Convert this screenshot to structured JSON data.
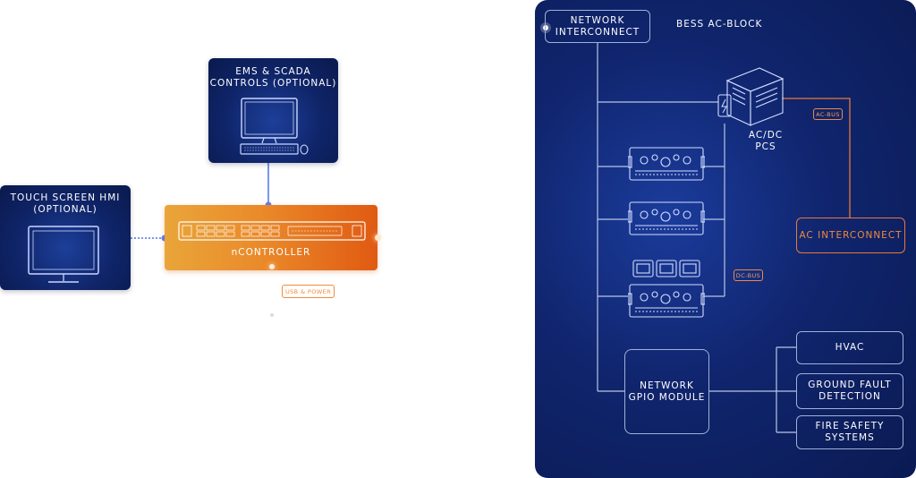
{
  "left": {
    "ems_box": {
      "lines": [
        "EMS & SCADA",
        "CONTROLS (OPTIONAL)"
      ]
    },
    "hmi_box": {
      "lines": [
        "TOUCH SCREEN HMI",
        "(OPTIONAL)"
      ]
    },
    "controller": {
      "label": "nCONTROLLER"
    },
    "usb_badge": "USB & POWER"
  },
  "bess": {
    "title": "BESS AC-BLOCK",
    "network_interconnect": [
      "NETWORK",
      "INTERCONNECT"
    ],
    "pcs_label": [
      "AC/DC",
      "PCS"
    ],
    "ac_bus_badge": "AC-BUS",
    "dc_bus_badge": "DC-BUS",
    "ac_interconnect": "AC INTERCONNECT",
    "gpio_module": [
      "NETWORK",
      "GPIO MODULE"
    ],
    "subsystems": {
      "hvac": [
        "HVAC"
      ],
      "ground_fault": [
        "GROUND FAULT",
        "DETECTION"
      ],
      "fire_safety": [
        "FIRE SAFETY",
        "SYSTEMS"
      ]
    }
  },
  "colors": {
    "navy": "#0f2467",
    "orange_accent": "#f08a3c",
    "connector_blue": "#4f73e6",
    "panel_line": "#9fb1d8"
  },
  "icons": [
    "monitor-keyboard-icon",
    "monitor-icon",
    "rack-server-icon",
    "pcs-cabinet-icon",
    "battery-rack-icon"
  ]
}
